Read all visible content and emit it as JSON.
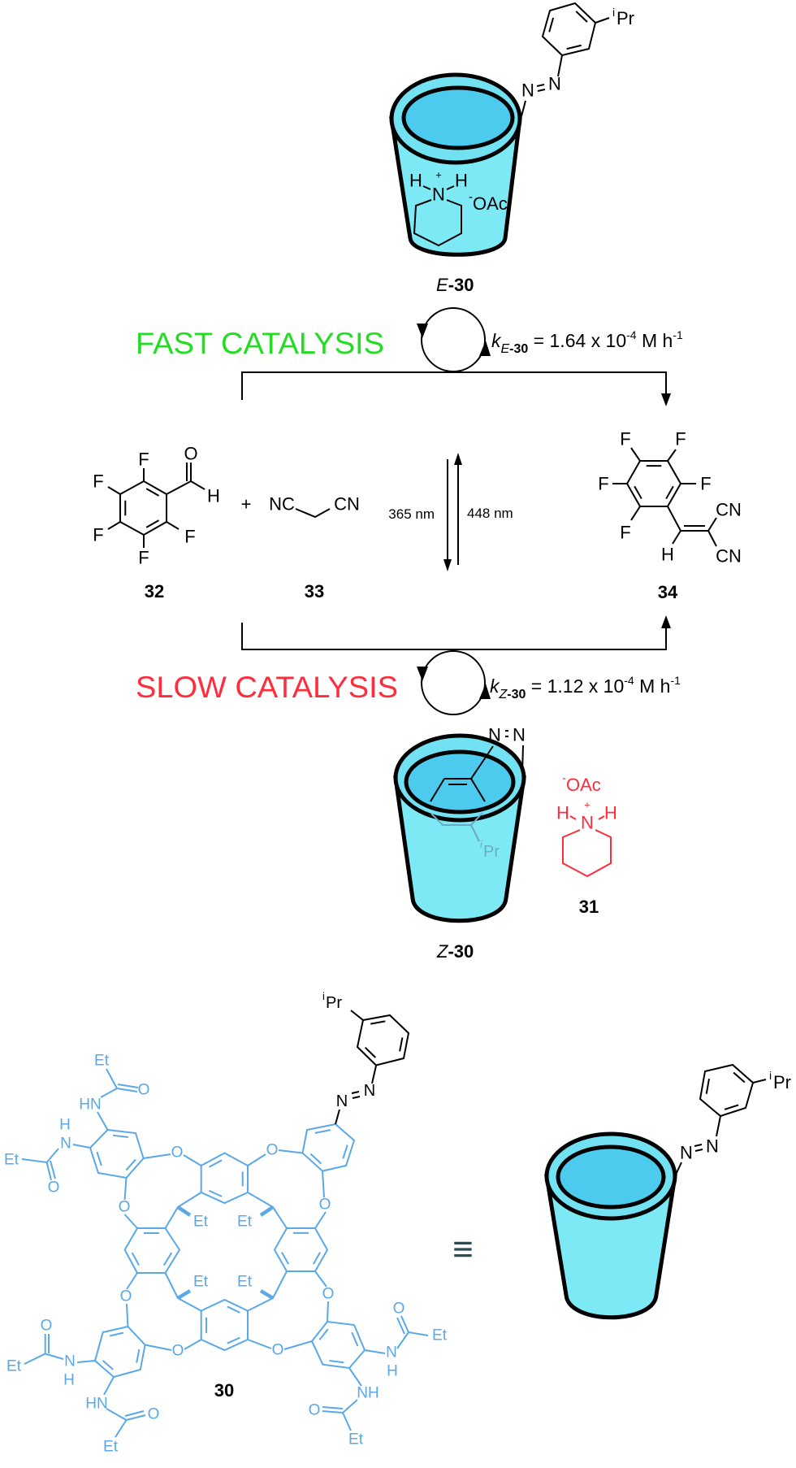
{
  "colors": {
    "fast": "#22dd22",
    "slow": "#ff2d3c",
    "guest_31": "#ff2d3c",
    "structure_30": "#5aa8e8",
    "cup_body": "#7de9f5",
    "cup_cavity": "#4ccbee",
    "hidden_group": "#6aaac8"
  },
  "e30": {
    "label_italic": "E",
    "label_bold": "-30",
    "azo_n": "N",
    "ipr_sup": "i",
    "ipr": "Pr",
    "guest_h": "H",
    "guest_n": "N",
    "guest_plus": "+",
    "anion_minus": "-",
    "anion": "OAc"
  },
  "fast": {
    "label": "FAST CATALYSIS",
    "k": "k",
    "k_sub_italic": "E",
    "k_sub_bold": "-30",
    "value": " = 1.64 x 10",
    "exp": "-4",
    "unit": " M h",
    "unit_exp": "-1"
  },
  "slow": {
    "label": "SLOW CATALYSIS",
    "k": "k",
    "k_sub_italic": "Z",
    "k_sub_bold": "-30",
    "value": " = 1.12 x 10",
    "exp": "-4",
    "unit": " M h",
    "unit_exp": "-1"
  },
  "compound32": {
    "number": "32",
    "F": "F",
    "O": "O",
    "H": "H"
  },
  "plus": "+",
  "compound33": {
    "number": "33",
    "left": "NC",
    "right": "CN"
  },
  "photo": {
    "forward": "365 nm",
    "backward": "448 nm"
  },
  "compound34": {
    "number": "34",
    "F": "F",
    "CN": "CN",
    "H": "H"
  },
  "z30": {
    "label_italic": "Z",
    "label_bold": "-30",
    "azo_n": "N",
    "ipr_sup": "i",
    "ipr": "Pr"
  },
  "compound31": {
    "number": "31",
    "minus": "-",
    "anion": "OAc",
    "H": "H",
    "N": "N",
    "plus": "+"
  },
  "compound30": {
    "number": "30",
    "O": "O",
    "Et": "Et",
    "HN": "HN",
    "NH": "NH",
    "N": "N",
    "H": "H",
    "azo_n": "N",
    "ipr_sup": "i",
    "ipr": "Pr",
    "equivalence": "≡"
  }
}
